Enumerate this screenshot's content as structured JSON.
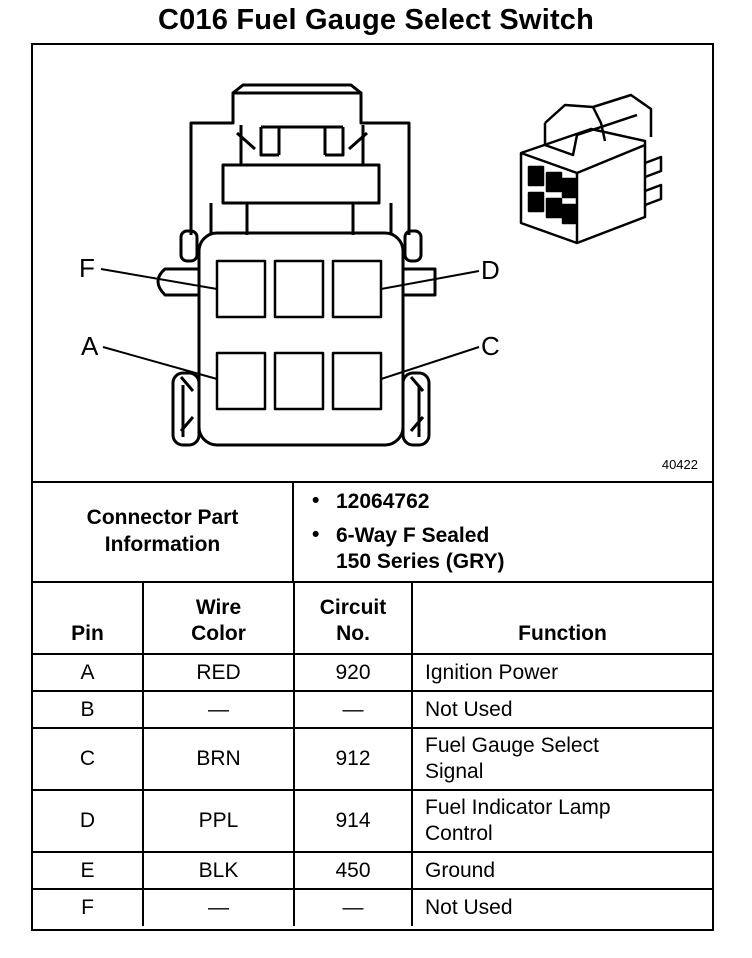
{
  "title": "C016 Fuel Gauge Select Switch",
  "figure_id": "40422",
  "connector_labels": {
    "f": "F",
    "d": "D",
    "a": "A",
    "c": "C"
  },
  "connector_info": {
    "label_line1": "Connector Part",
    "label_line2": "Information",
    "part_number": "12064762",
    "description_line1": "6-Way F Sealed",
    "description_line2": "150 Series (GRY)"
  },
  "table": {
    "headers": {
      "pin": "Pin",
      "wire_color_1": "Wire",
      "wire_color_2": "Color",
      "circuit_1": "Circuit",
      "circuit_2": "No.",
      "function": "Function"
    },
    "rows": [
      {
        "pin": "A",
        "color": "RED",
        "circuit": "920",
        "function_1": "Ignition Power",
        "function_2": ""
      },
      {
        "pin": "B",
        "color": "—",
        "circuit": "—",
        "function_1": "Not Used",
        "function_2": ""
      },
      {
        "pin": "C",
        "color": "BRN",
        "circuit": "912",
        "function_1": "Fuel Gauge Select",
        "function_2": "Signal"
      },
      {
        "pin": "D",
        "color": "PPL",
        "circuit": "914",
        "function_1": "Fuel Indicator Lamp",
        "function_2": "Control"
      },
      {
        "pin": "E",
        "color": "BLK",
        "circuit": "450",
        "function_1": "Ground",
        "function_2": ""
      },
      {
        "pin": "F",
        "color": "—",
        "circuit": "—",
        "function_1": "Not Used",
        "function_2": ""
      }
    ]
  }
}
